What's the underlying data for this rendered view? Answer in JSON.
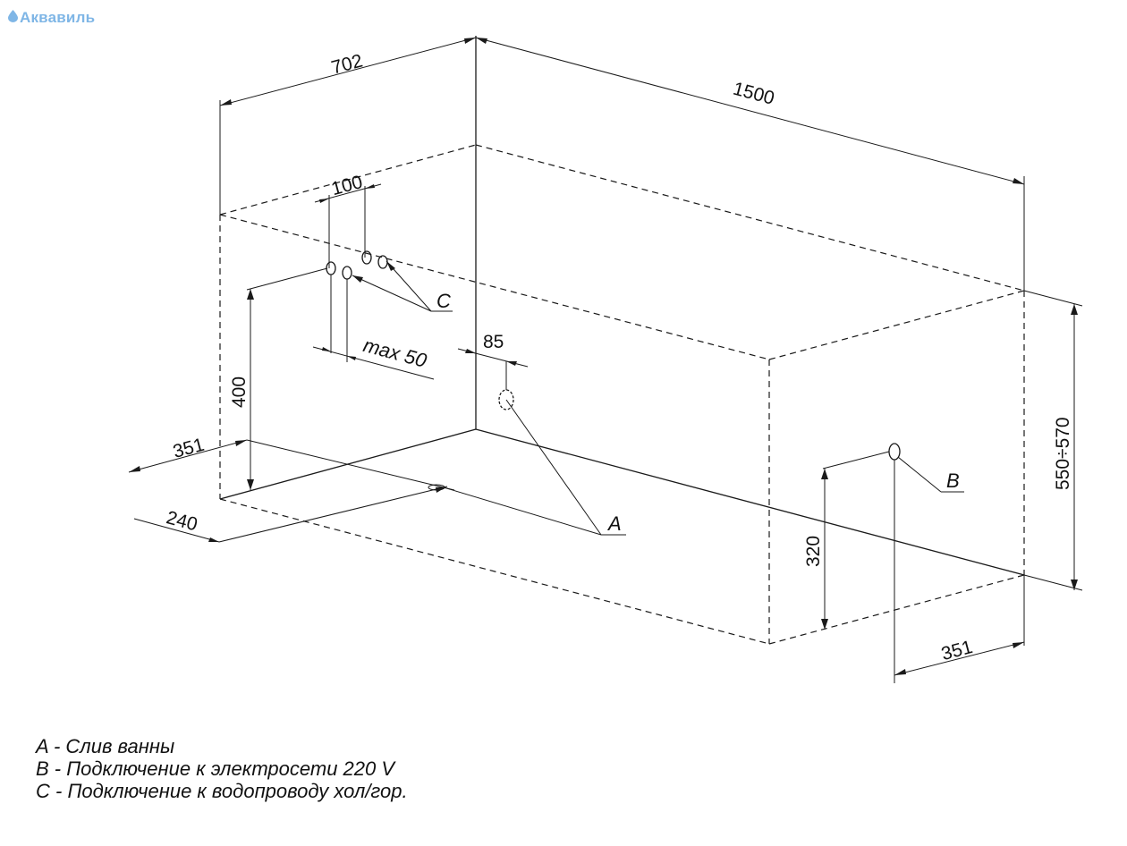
{
  "logo": {
    "text": "Аквавиль",
    "icon": "water-drop-icon",
    "color": "#7fb6e6"
  },
  "dimensions": {
    "width": "702",
    "length": "1500",
    "height": "550÷570",
    "mixer_spacing": "100",
    "mixer_offset": "max 50",
    "mixer_height": "400",
    "drain_offset": "85",
    "left_offset": "351",
    "drain_depth": "240",
    "socket_height": "320",
    "socket_offset": "351"
  },
  "labels": {
    "a": "A",
    "b": "B",
    "c": "C"
  },
  "legend": [
    "A - Слив ванны",
    "B - Подключение к электросети 220 V",
    "C - Подключение к водопроводу хол/гор."
  ]
}
